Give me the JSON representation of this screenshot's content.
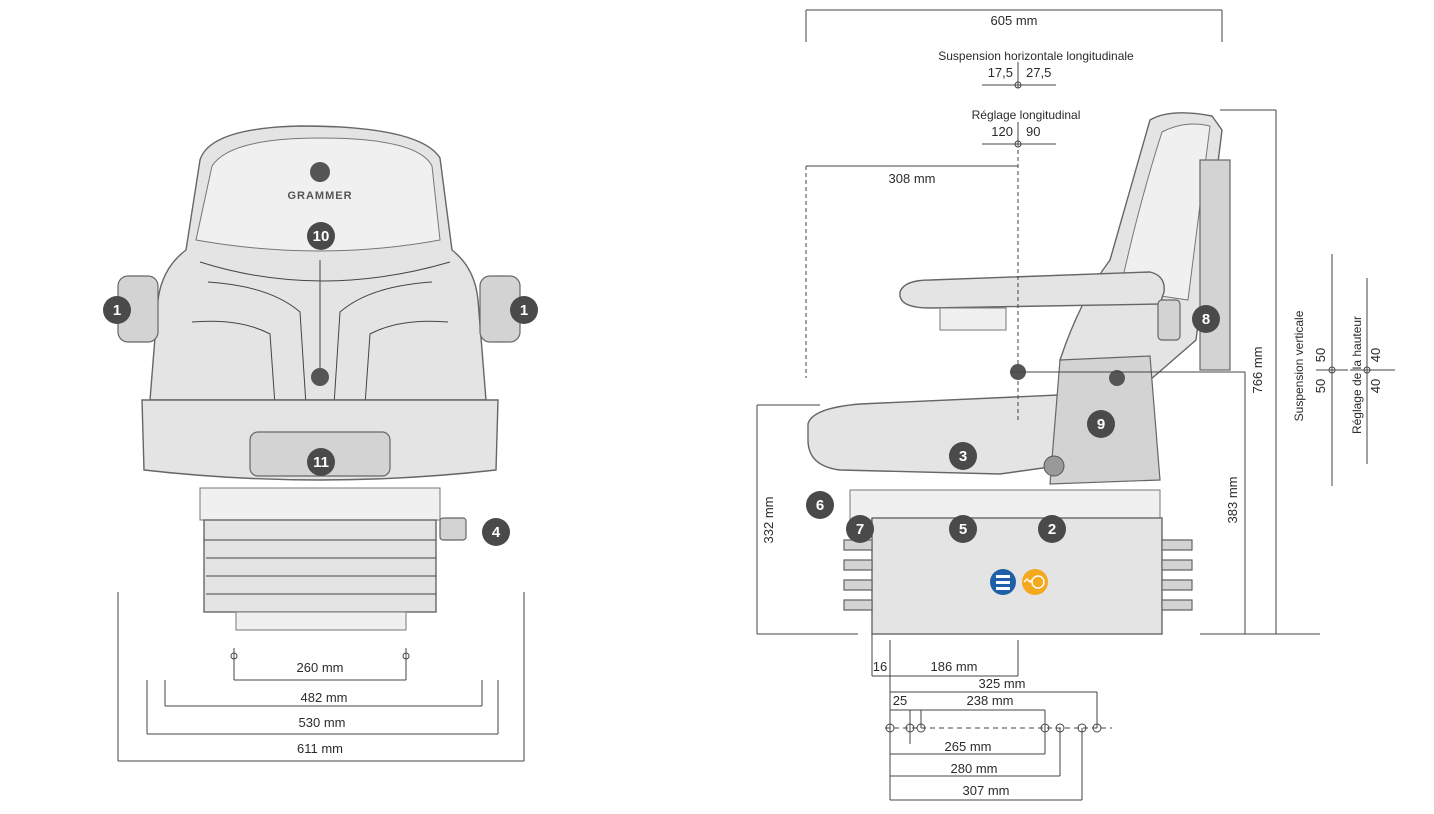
{
  "brand": "GRAMMER",
  "front_view": {
    "callouts": [
      "1",
      "1",
      "10",
      "11",
      "4"
    ],
    "dims": {
      "d260": "260 mm",
      "d482": "482 mm",
      "d530": "530 mm",
      "d611": "611 mm"
    }
  },
  "side_view": {
    "callouts": [
      "3",
      "6",
      "7",
      "5",
      "2",
      "8",
      "9"
    ],
    "dims": {
      "d605": "605 mm",
      "susp_h_title": "Suspension horizontale longitudinale",
      "susp_h_a": "17,5",
      "susp_h_b": "27,5",
      "regl_long_title": "Réglage longitudinal",
      "regl_long_a": "120",
      "regl_long_b": "90",
      "d308": "308 mm",
      "d332": "332 mm",
      "d383": "383 mm",
      "d766": "766 mm",
      "susp_v_title": "Suspension verticale",
      "susp_v_a": "50",
      "susp_v_b": "50",
      "regl_h_title": "Réglage de la hauteur",
      "regl_h_a": "40",
      "regl_h_b": "40",
      "d16": "16",
      "d186": "186 mm",
      "d325": "325 mm",
      "d25": "25",
      "d238": "238 mm",
      "d265": "265 mm",
      "d280": "280 mm",
      "d307": "307 mm"
    }
  },
  "colors": {
    "callout_fill": "#4a4a4a",
    "suspension_icon": "#1d5fa8",
    "comfort_icon": "#f4a81d"
  }
}
